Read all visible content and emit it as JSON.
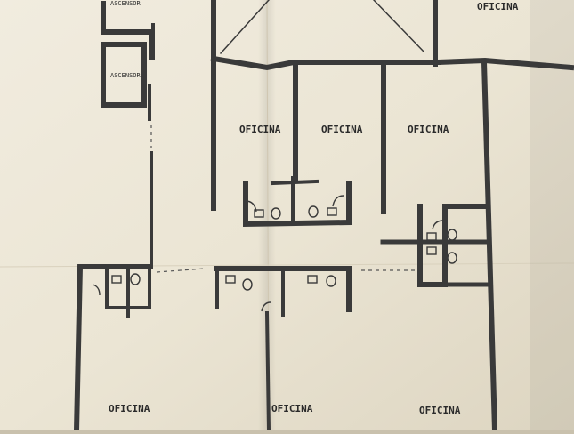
{
  "colors": {
    "paper": "#ece6d6",
    "paper_shadow": "#d8d0bc",
    "wall": "#3a3a3a",
    "text": "#2a2a2a"
  },
  "labels": {
    "elevator_1": "ASCENSOR",
    "elevator_2": "ASCENSOR",
    "office_top_right": "OFICINA",
    "office_mid_1": "OFICINA",
    "office_mid_2": "OFICINA",
    "office_mid_3": "OFICINA",
    "office_bottom_left": "OFICINA",
    "office_bottom_center": "OFICINA",
    "office_bottom_right": "OFICINA"
  },
  "icons": [
    "toilet-icon",
    "sink-icon",
    "door-swing-icon"
  ]
}
